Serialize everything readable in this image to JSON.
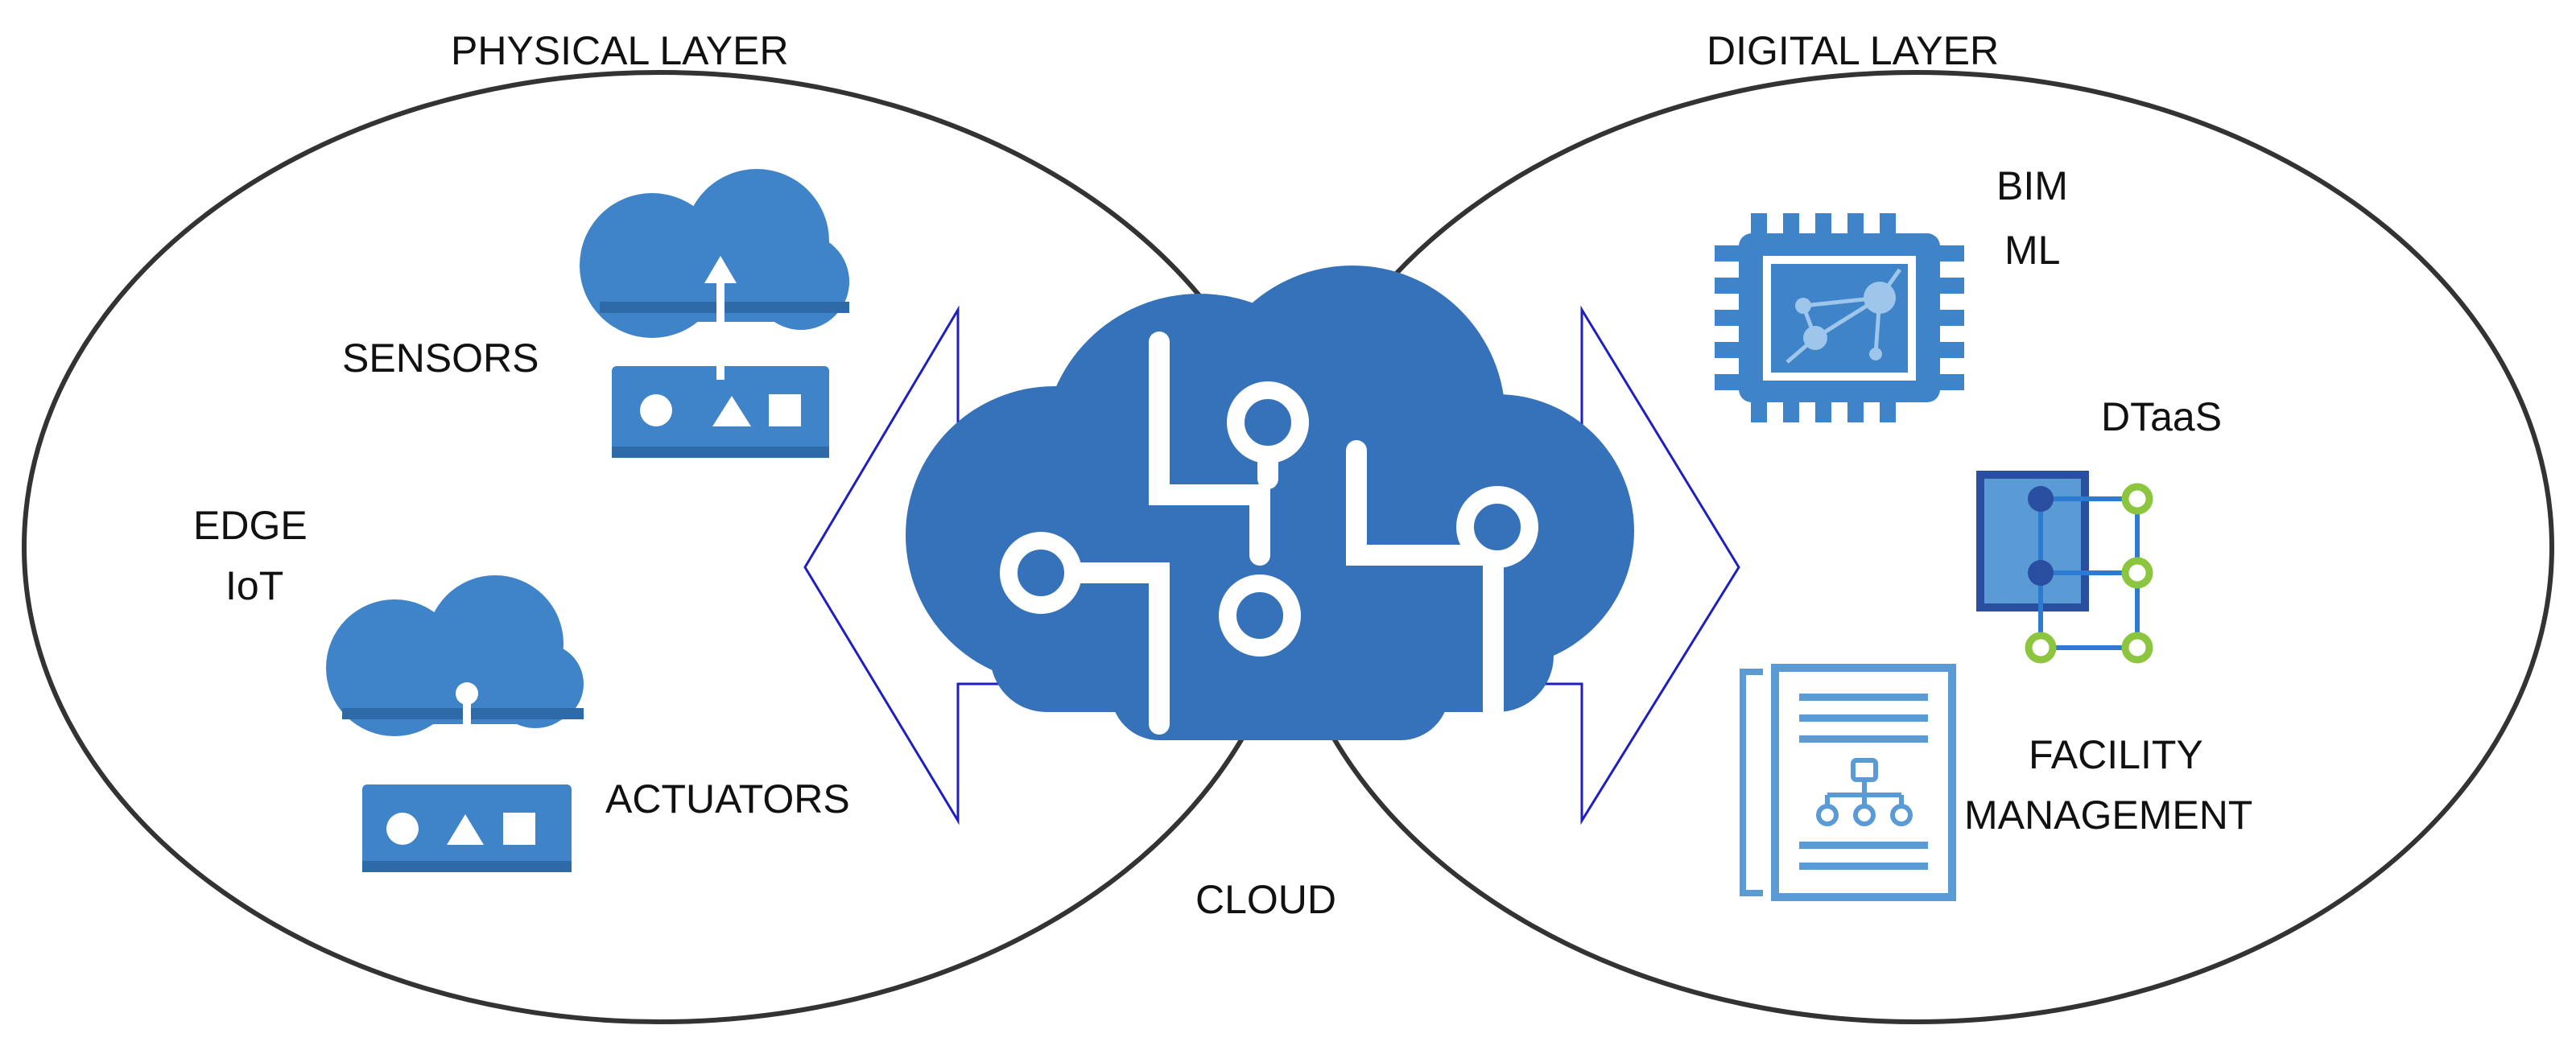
{
  "physical_layer": {
    "title": "PHYSICAL LAYER",
    "sensors_label": "SENSORS",
    "edge_label": "EDGE",
    "iot_label": "IoT",
    "actuators_label": "ACTUATORS"
  },
  "digital_layer": {
    "title": "DIGITAL LAYER",
    "bim_label": "BIM",
    "ml_label": "ML",
    "dtaas_label": "DTaaS",
    "facility_label": "FACILITY",
    "management_label": "MANAGEMENT"
  },
  "cloud_label": "CLOUD",
  "icons": {
    "sensors": "cloud-upload-device-icon",
    "actuators": "cloud-download-device-icon",
    "cloud": "cloud-circuit-icon",
    "bim_ml": "processor-chip-network-icon",
    "dtaas": "digital-twin-grid-icon",
    "facility": "document-hierarchy-icon"
  },
  "colors": {
    "icon_blue": "#3f83c8",
    "icon_light_blue": "#5b9bd5",
    "cloud_blue": "#3572b9",
    "arrow_outline": "#1f1fbf",
    "dtaas_green": "#8cc63f",
    "dtaas_dark_blue": "#2a4fa0",
    "ellipse_stroke": "#333333"
  }
}
